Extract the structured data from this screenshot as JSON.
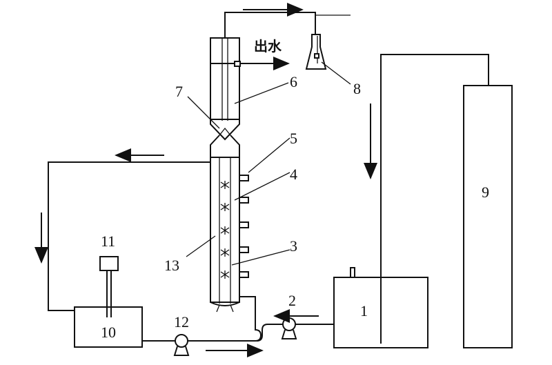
{
  "labels": {
    "n1": "1",
    "n2": "2",
    "n3": "3",
    "n4": "4",
    "n5": "5",
    "n6": "6",
    "n7": "7",
    "n8": "8",
    "n9": "9",
    "n10": "10",
    "n11": "11",
    "n12": "12",
    "n13": "13"
  },
  "outlet_text": "出水"
}
